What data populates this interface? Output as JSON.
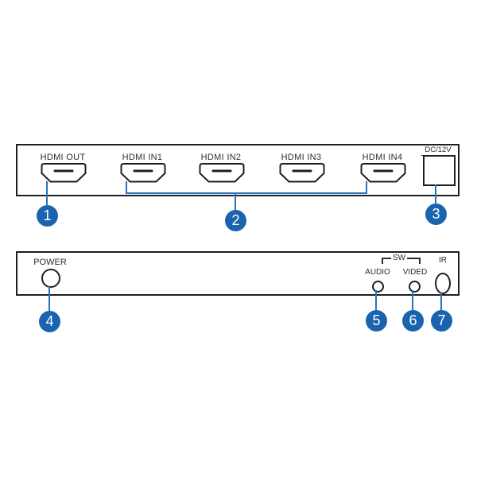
{
  "diagram": {
    "rear_panel": {
      "ports": [
        {
          "label": "HDMI OUT"
        },
        {
          "label": "HDMI IN1"
        },
        {
          "label": "HDMI IN2"
        },
        {
          "label": "HDMI IN3"
        },
        {
          "label": "HDMI IN4"
        }
      ],
      "dc_jack_label": "DC/12V"
    },
    "front_panel": {
      "power_label": "POWER",
      "sw_group_label": "SW",
      "audio_label": "AUDIO",
      "video_label": "VIDED",
      "ir_label": "IR"
    },
    "callouts": [
      {
        "number": "1"
      },
      {
        "number": "2"
      },
      {
        "number": "3"
      },
      {
        "number": "4"
      },
      {
        "number": "5"
      },
      {
        "number": "6"
      },
      {
        "number": "7"
      }
    ],
    "colors": {
      "callout_blue": "#1a63ae",
      "leader_line_blue": "#2a72b8",
      "outline_black": "#1f1f23"
    }
  }
}
